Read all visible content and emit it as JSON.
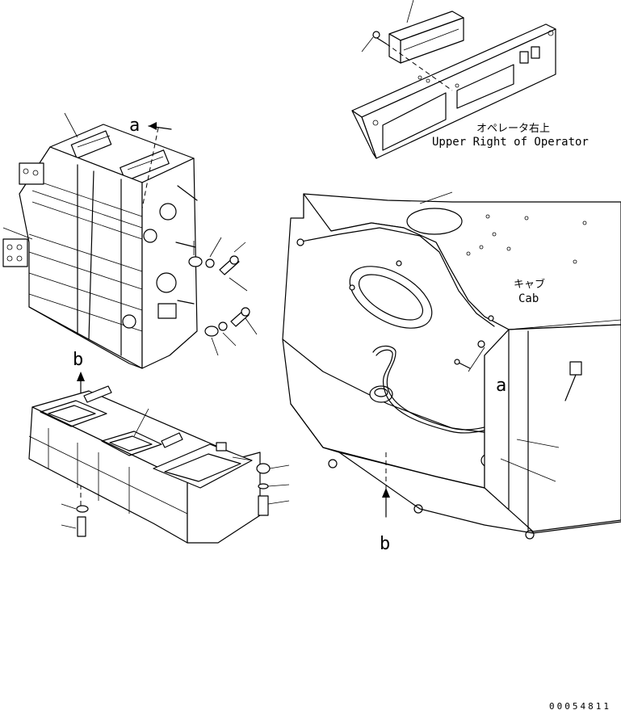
{
  "labels": {
    "upper_right_jp": "オペレータ右上",
    "upper_right_en": "Upper Right of Operator",
    "cab_jp": "キャブ",
    "cab_en": "Cab",
    "view_a_top": "a",
    "view_a_right": "a",
    "view_b_left": "b",
    "view_b_right": "b"
  },
  "drawing_number": "00054811",
  "colors": {
    "line": "#000000",
    "background": "#ffffff"
  }
}
